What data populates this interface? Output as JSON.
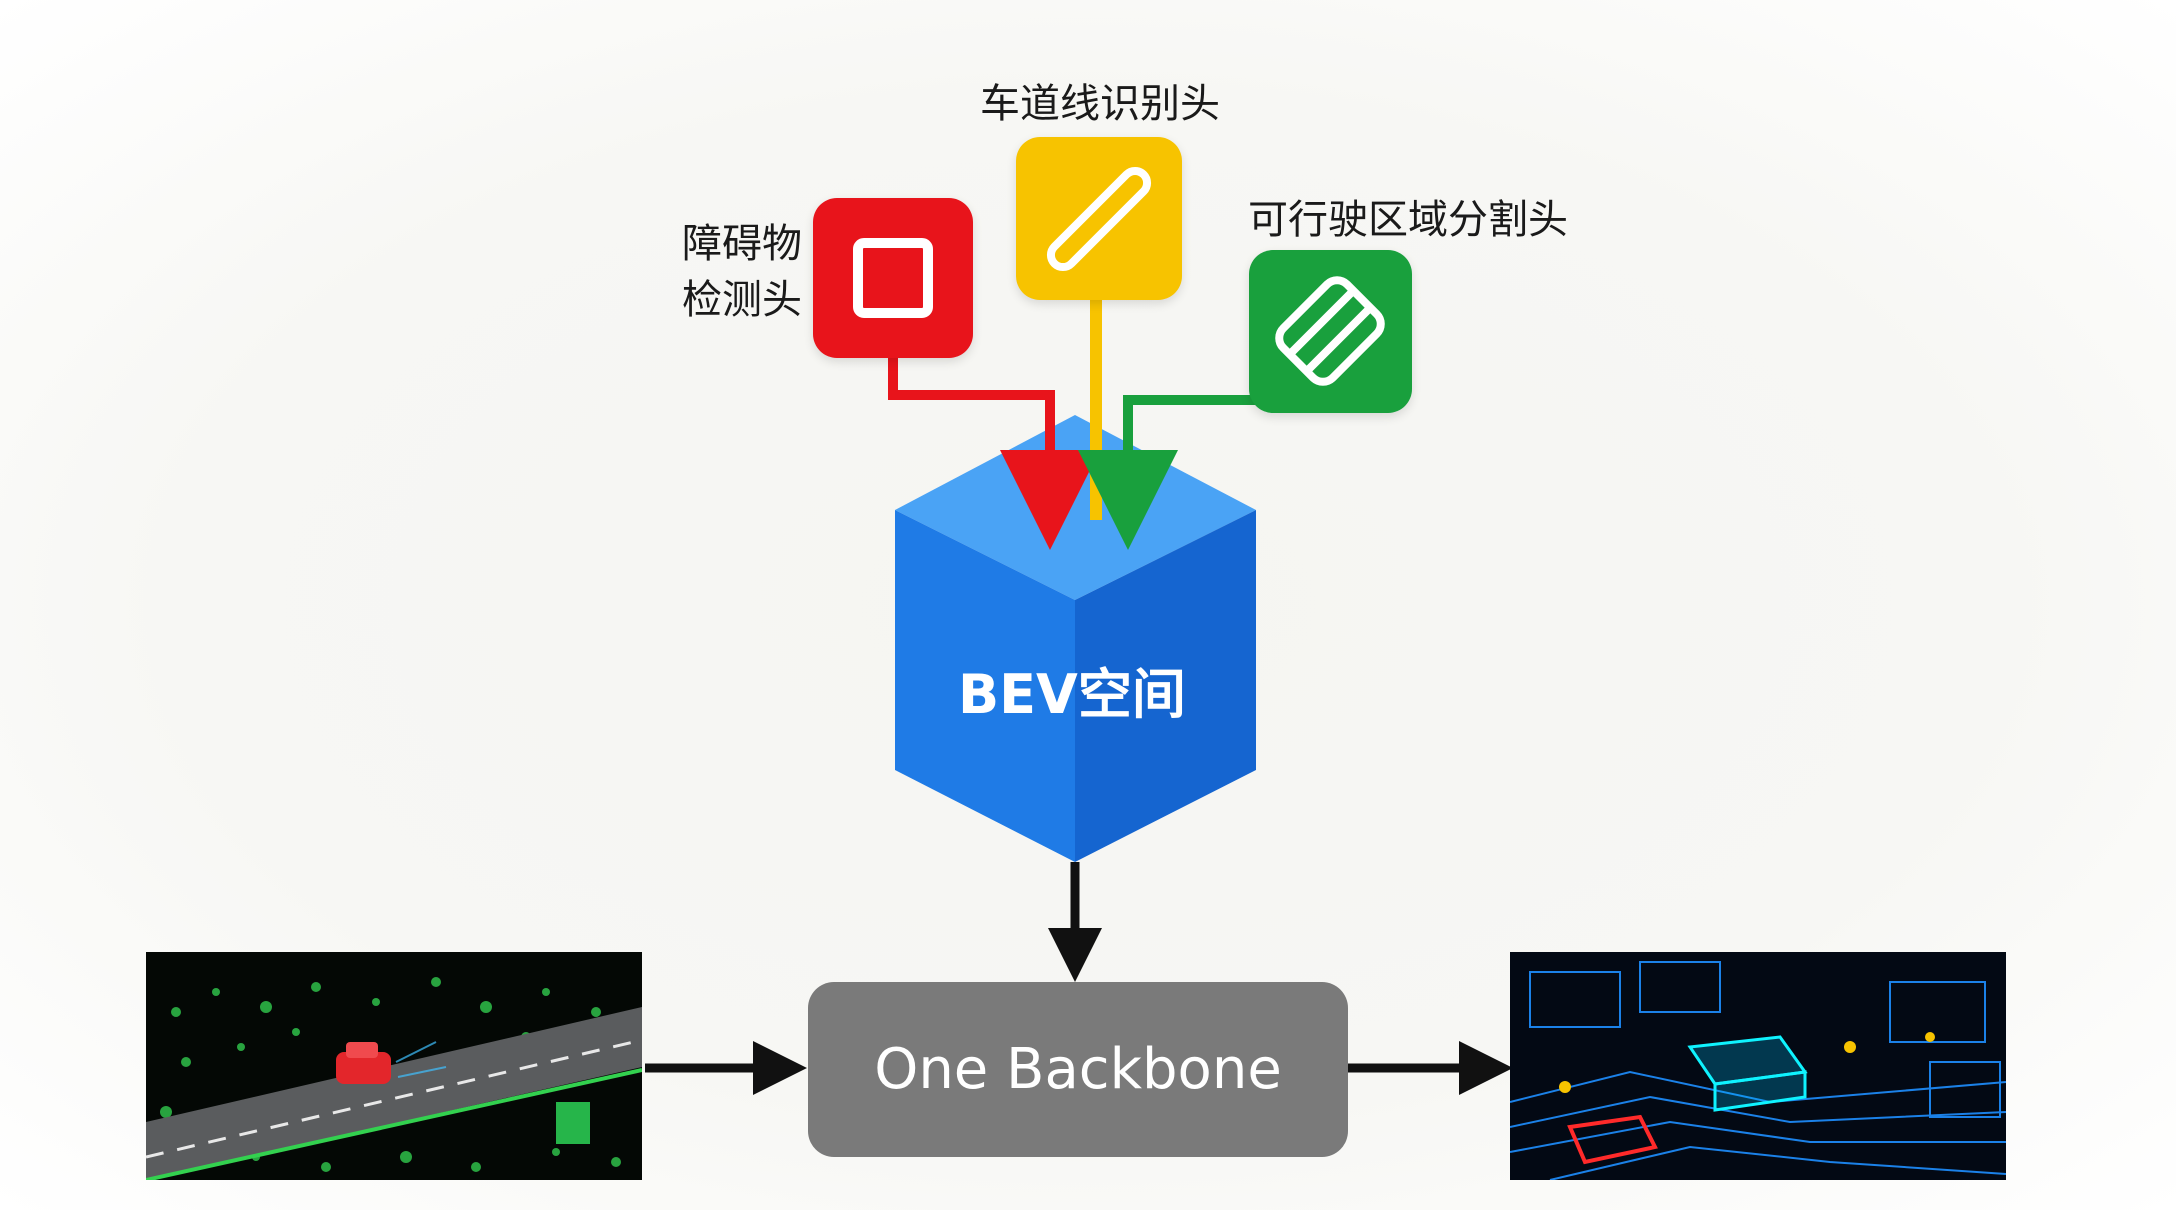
{
  "heads": [
    {
      "label": "障碍物\n检测头",
      "icon": "square-outline-icon",
      "color": "#e8141b"
    },
    {
      "label": "车道线识别头",
      "icon": "diagonal-line-icon",
      "color": "#f7c300"
    },
    {
      "label": "可行驶区域分割头",
      "icon": "stripes-diamond-icon",
      "color": "#19a03d"
    }
  ],
  "bev": {
    "label": "BEV空间",
    "color_front": "#1f7be6",
    "color_top": "#4aa3f5",
    "color_side": "#1565d0"
  },
  "backbone": {
    "label": "One Backbone",
    "color": "#7a7a7a"
  },
  "colors": {
    "arrow": "#111111"
  }
}
